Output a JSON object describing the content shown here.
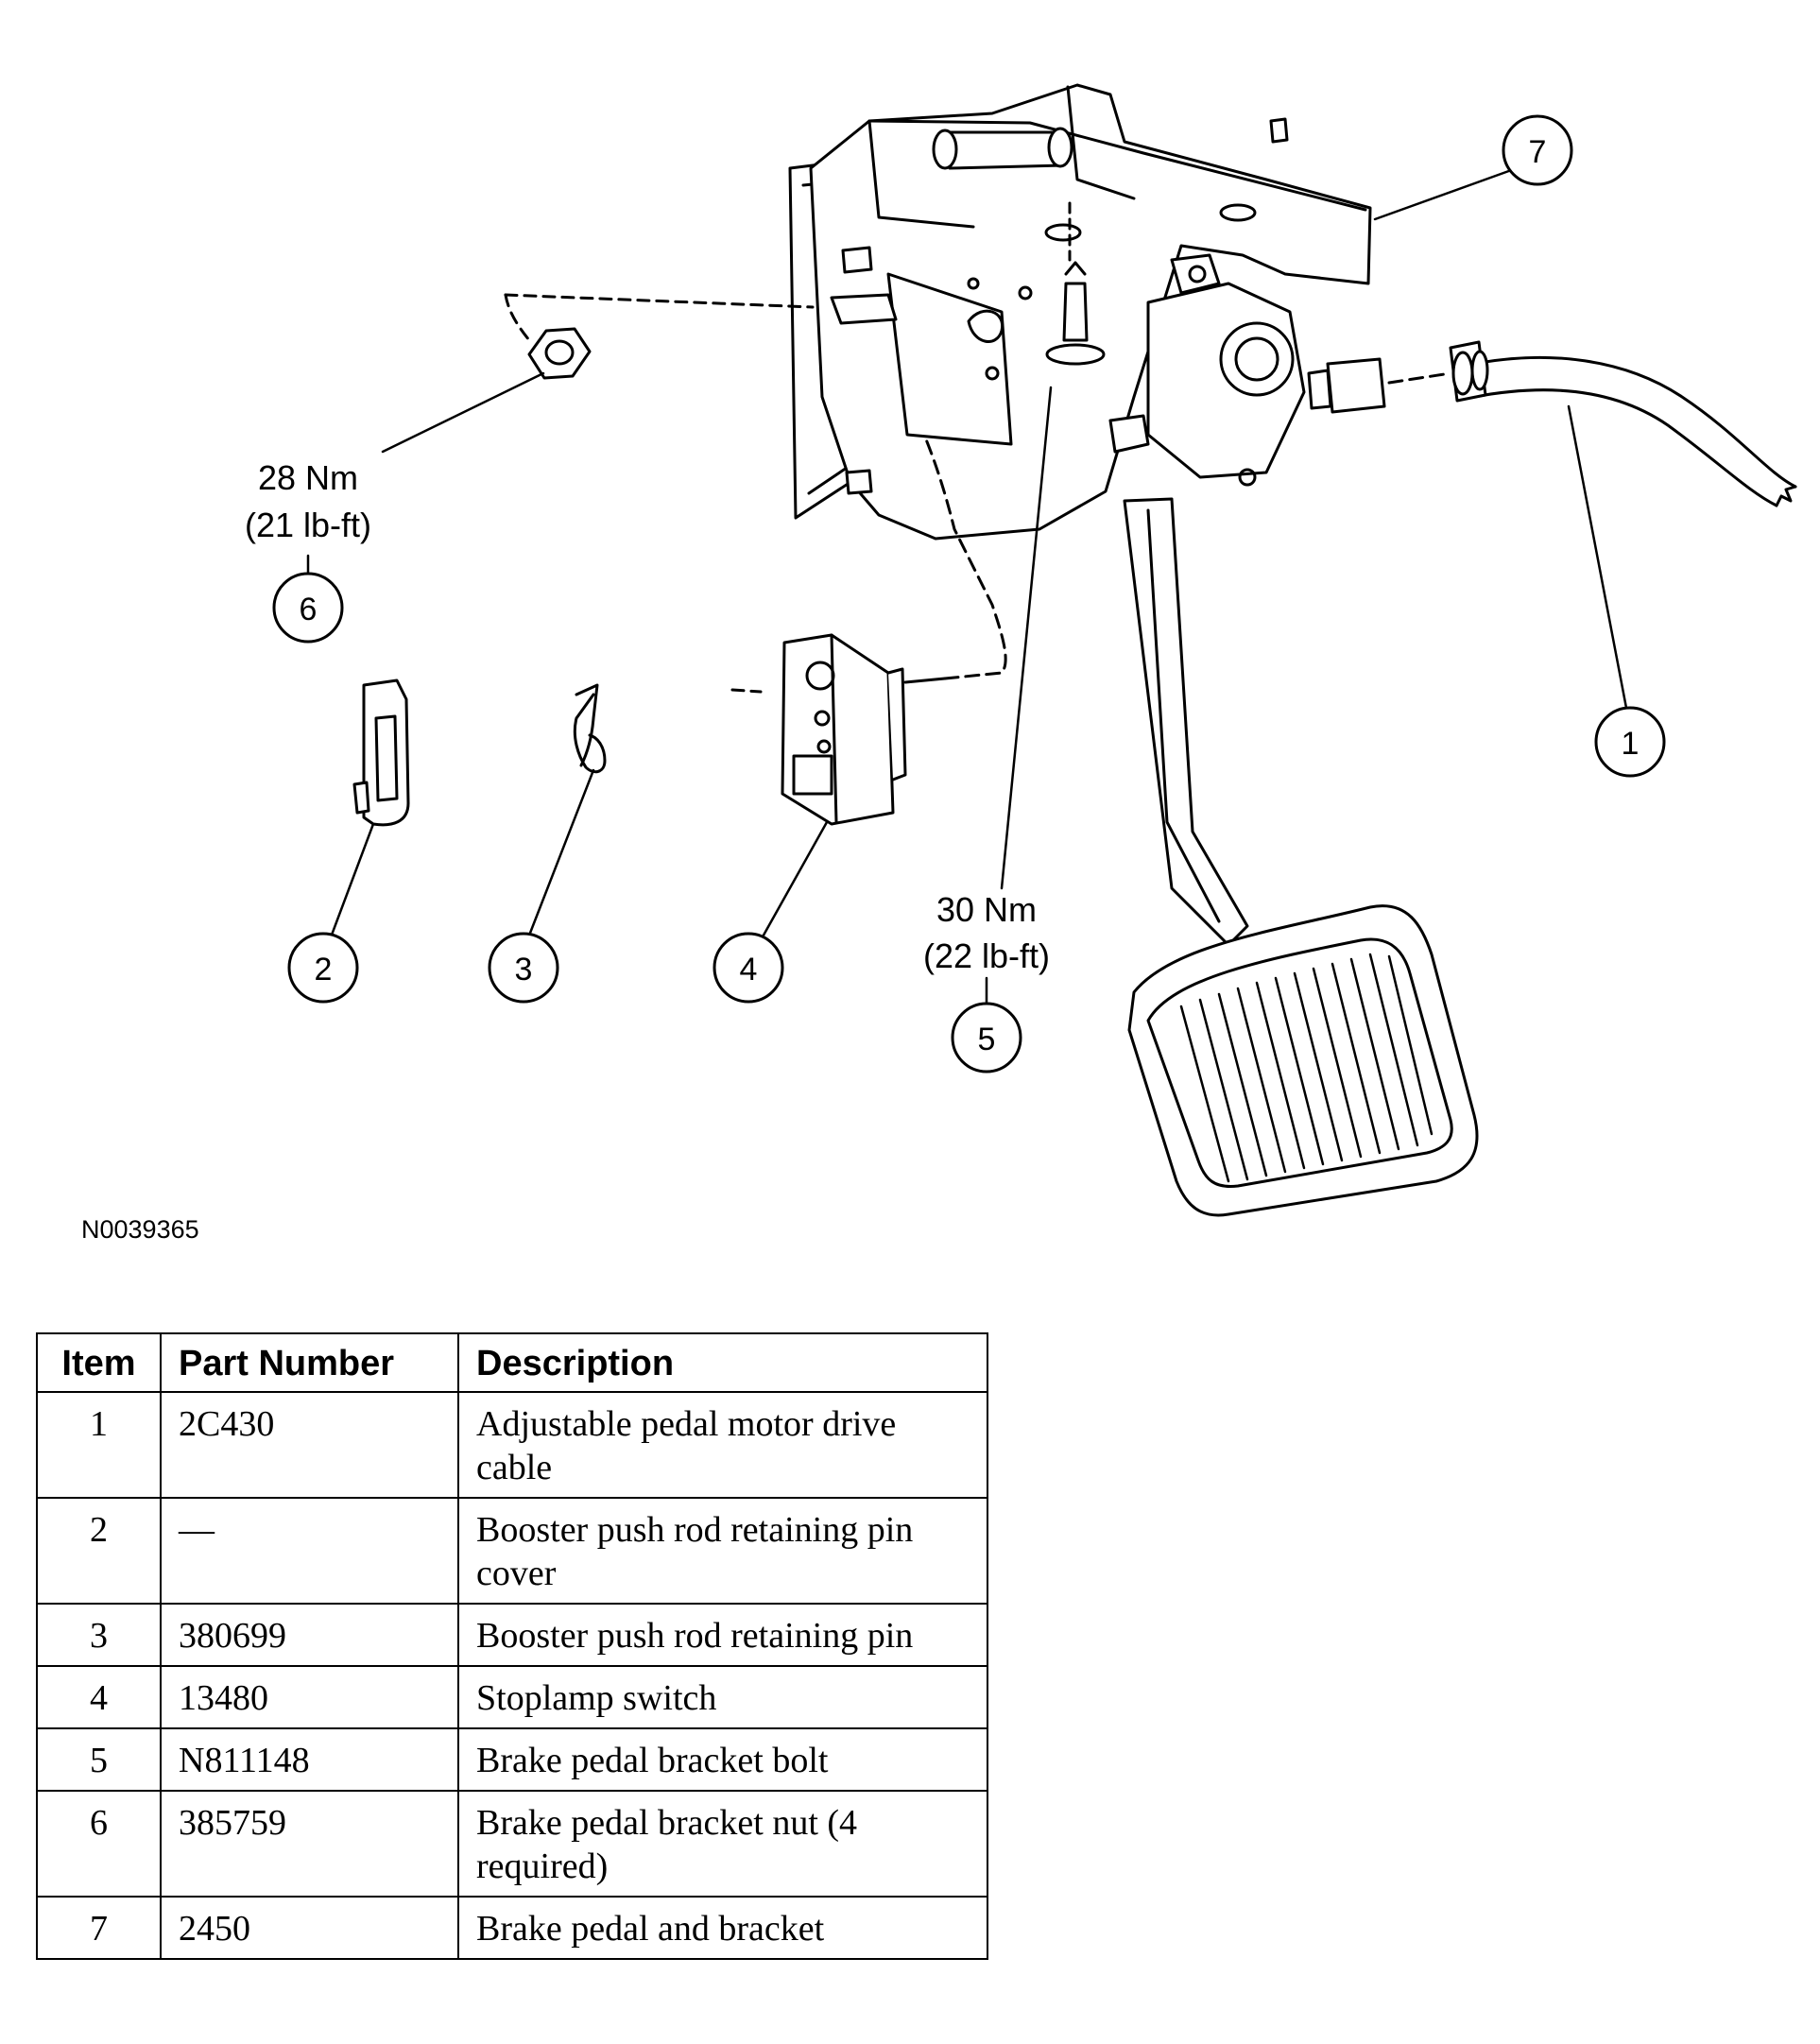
{
  "figure": {
    "code": "N0039365",
    "callouts": [
      "1",
      "2",
      "3",
      "4",
      "5",
      "6",
      "7"
    ],
    "torque_6": {
      "nm": "28 Nm",
      "lbft": "(21 lb-ft)"
    },
    "torque_5": {
      "nm": "30 Nm",
      "lbft": "(22 lb-ft)"
    }
  },
  "table": {
    "headers": {
      "item": "Item",
      "part": "Part Number",
      "desc": "Description"
    },
    "rows": [
      {
        "item": "1",
        "part": "2C430",
        "desc": "Adjustable pedal motor drive cable"
      },
      {
        "item": "2",
        "part": "—",
        "desc": "Booster push rod retaining pin cover"
      },
      {
        "item": "3",
        "part": "380699",
        "desc": "Booster push rod retaining pin"
      },
      {
        "item": "4",
        "part": "13480",
        "desc": "Stoplamp switch"
      },
      {
        "item": "5",
        "part": "N811148",
        "desc": "Brake pedal bracket bolt"
      },
      {
        "item": "6",
        "part": "385759",
        "desc": "Brake pedal bracket nut (4 required)"
      },
      {
        "item": "7",
        "part": "2450",
        "desc": "Brake pedal and bracket"
      }
    ]
  }
}
